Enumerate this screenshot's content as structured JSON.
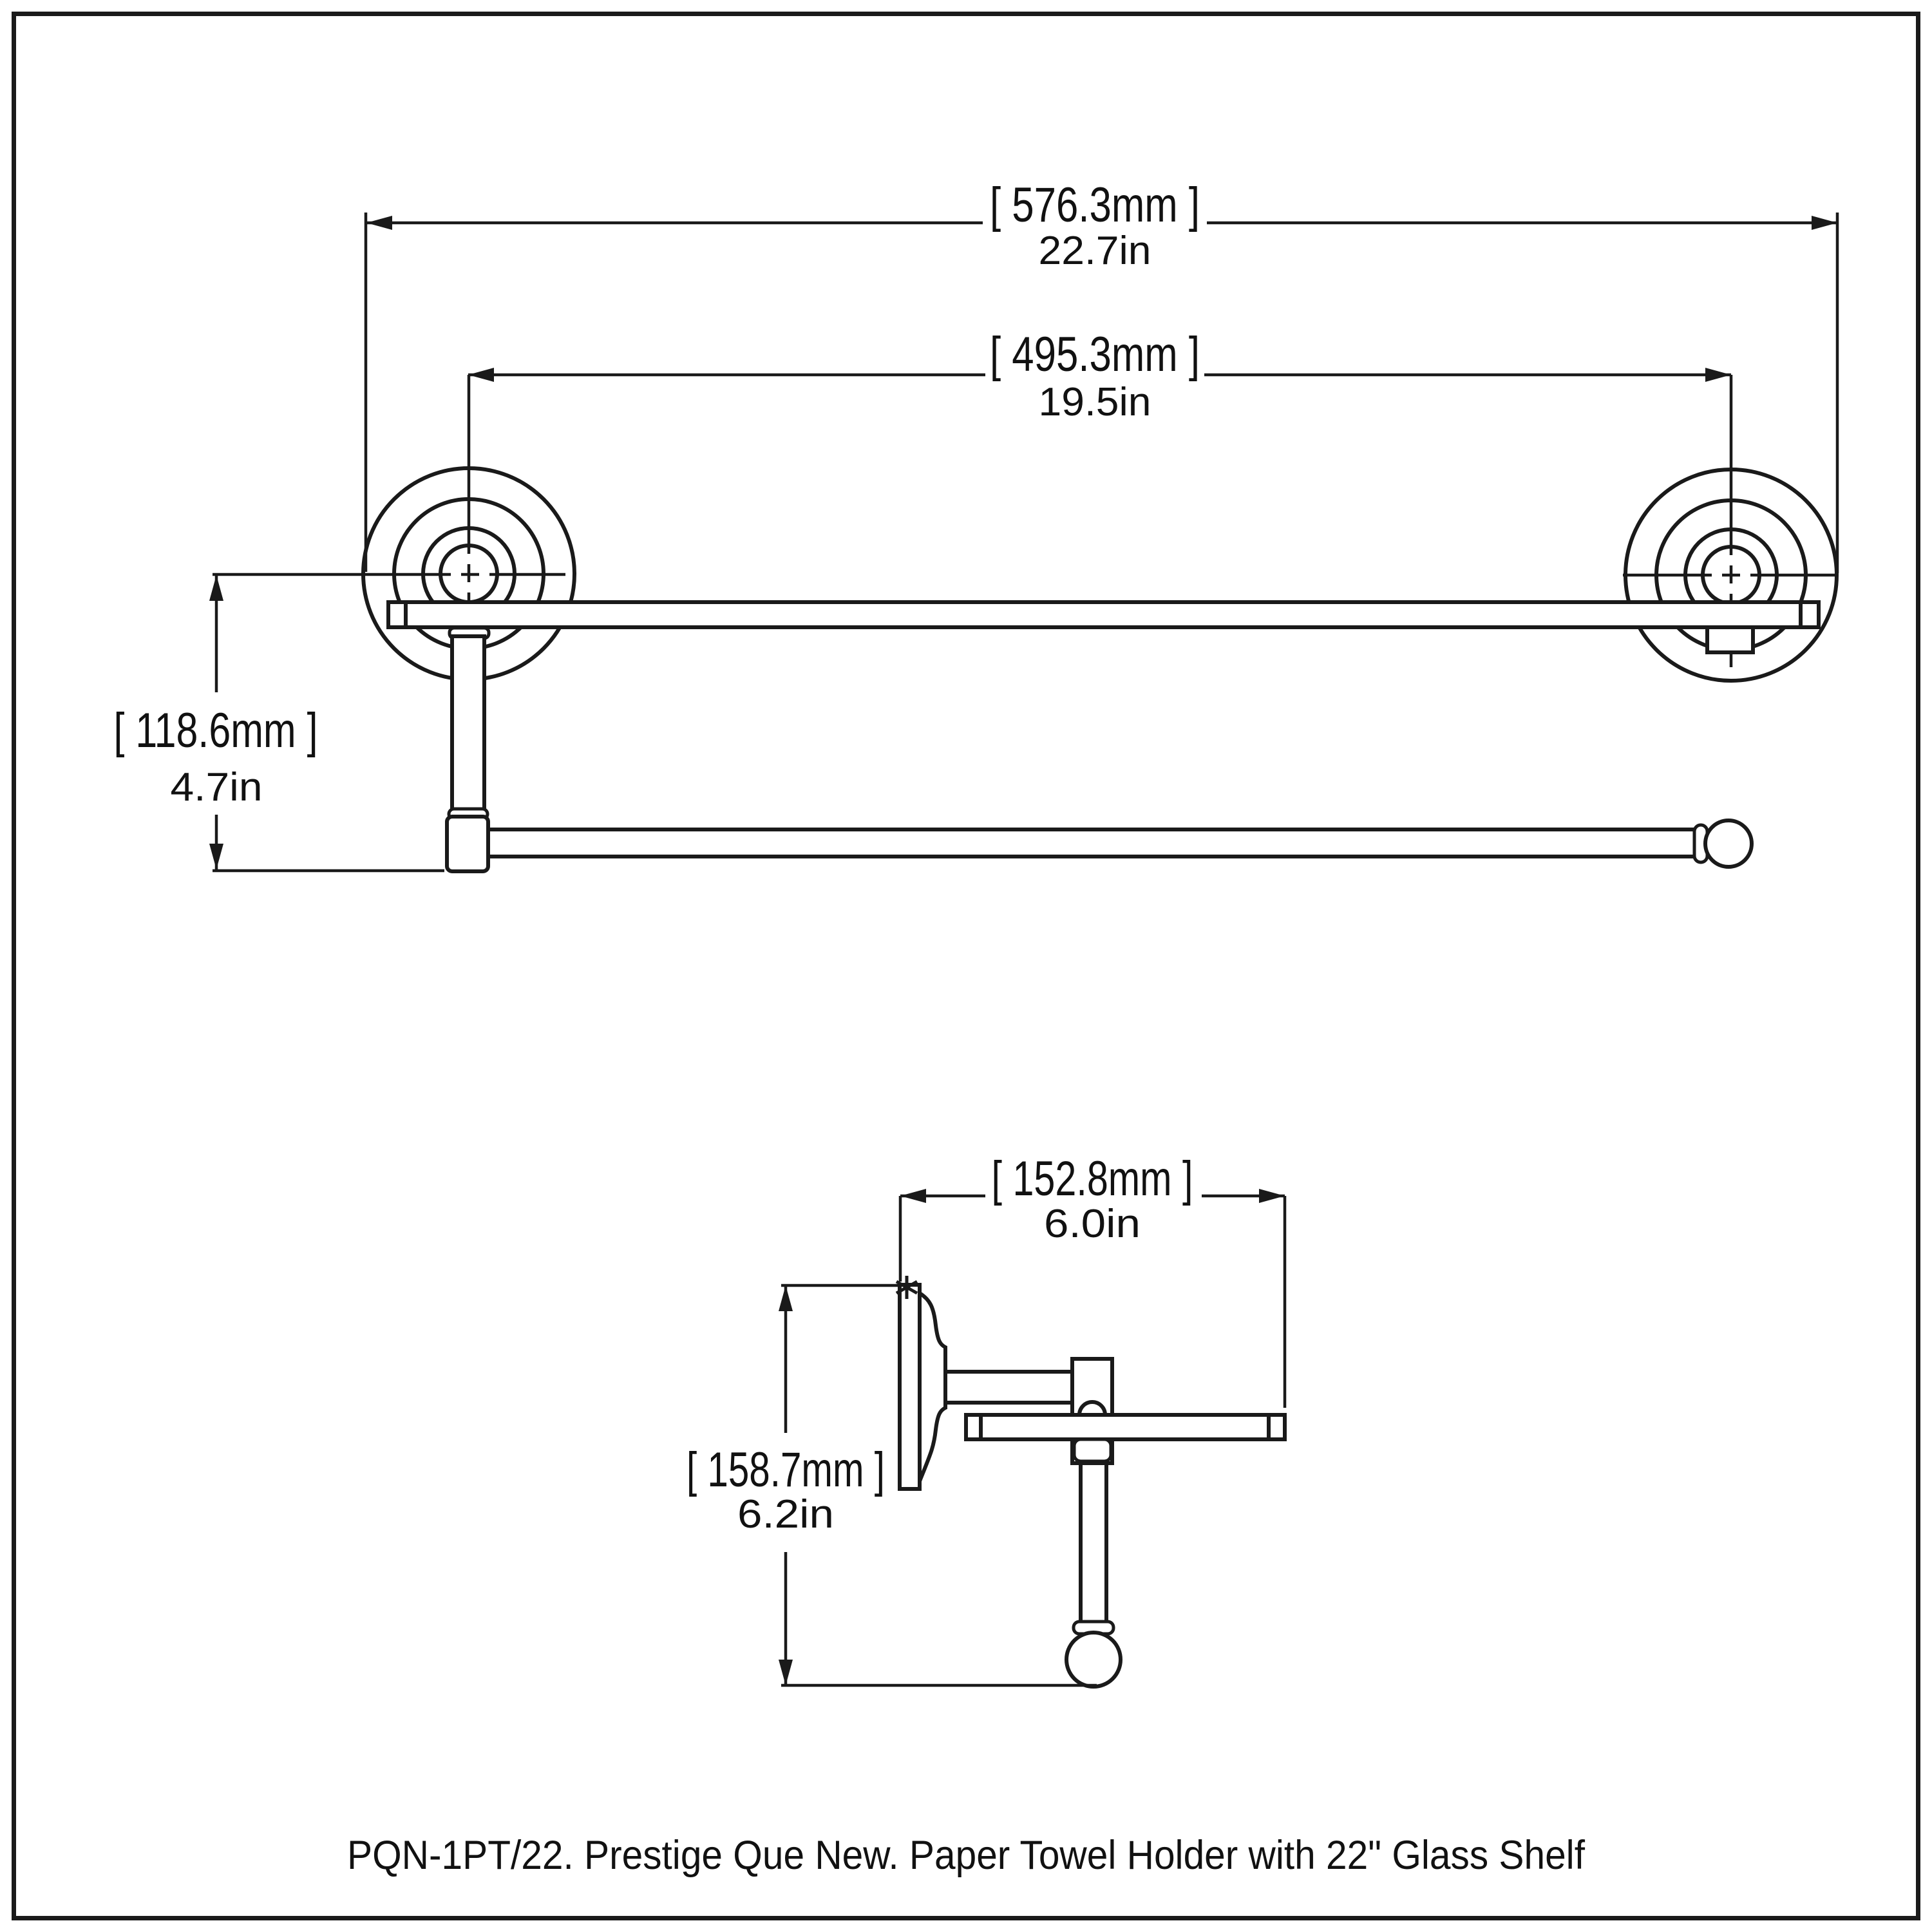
{
  "caption": "PQN-1PT/22. Prestige Que New. Paper Towel Holder with 22\" Glass Shelf",
  "front_view": {
    "overall_width": {
      "mm": "[ 576.3mm ]",
      "inches": "22.7in"
    },
    "post_spacing": {
      "mm": "[ 495.3mm ]",
      "inches": "19.5in"
    },
    "holder_drop": {
      "mm": "[ 118.6mm ]",
      "inches": "4.7in"
    }
  },
  "side_view": {
    "depth": {
      "mm": "[ 152.8mm ]",
      "inches": "6.0in"
    },
    "height": {
      "mm": "[ 158.7mm ]",
      "inches": "6.2in"
    }
  },
  "icons": {
    "mount_marker": "asterisk-icon"
  },
  "colors": {
    "line": "#1a1a1a",
    "background": "#ffffff"
  }
}
